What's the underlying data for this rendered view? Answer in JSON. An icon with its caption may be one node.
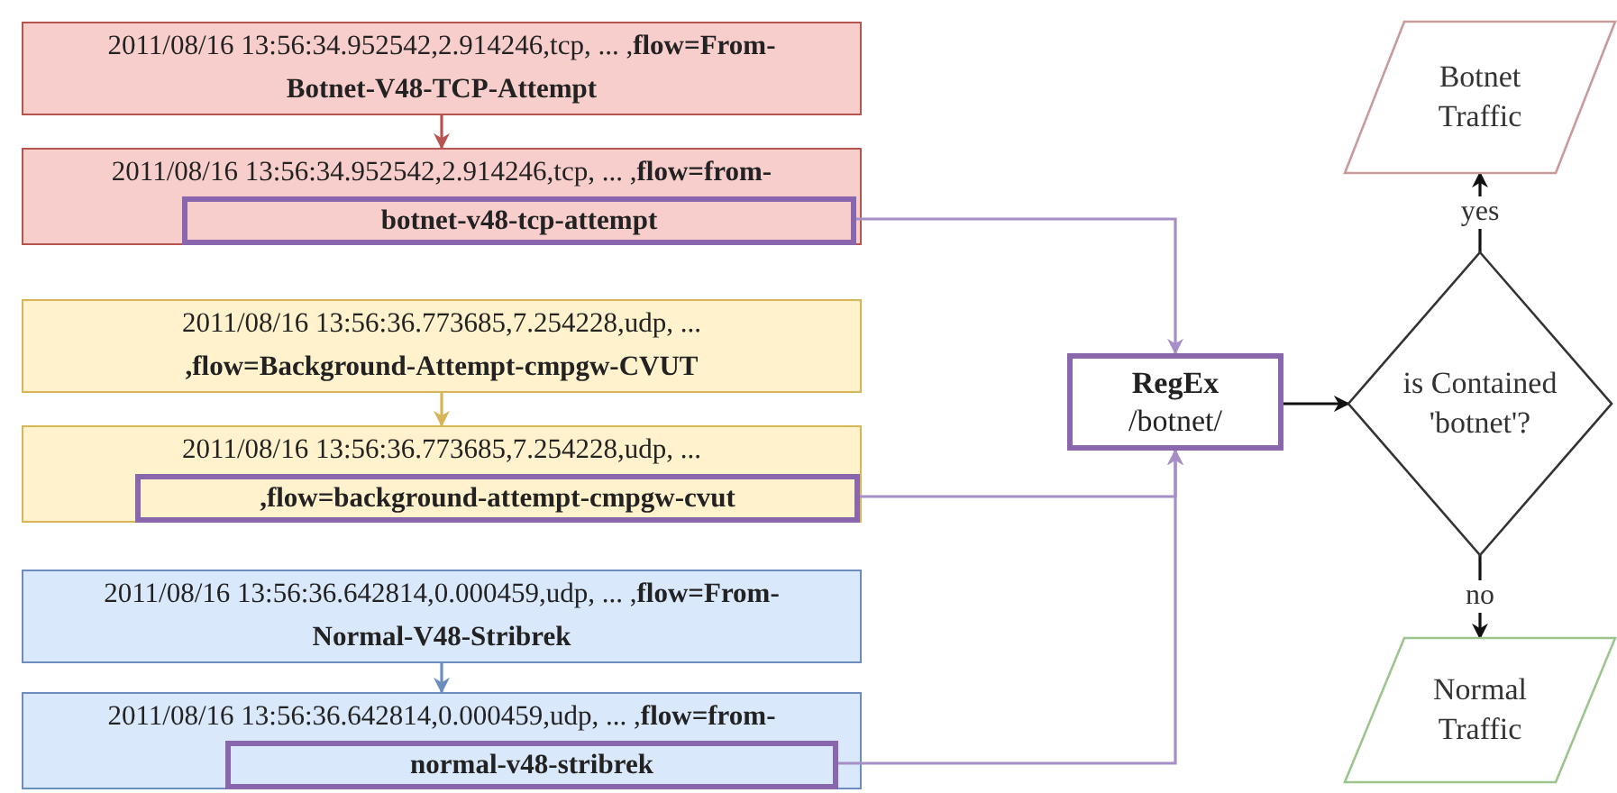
{
  "diagram": {
    "nodes": [
      {
        "text": [
          "2011/08/16 13:56:34.952542,2.914246,tcp, ... ,**flow=From-Botnet-V48-TCP-Attempt**"
        ]
      },
      {
        "text": [
          "2011/08/16 13:56:34.952542,2.914246,tcp, ... ,**flow=from-**"
        ]
      },
      {
        "text": [
          "botnet-v48-tcp-attempt"
        ],
        "in": 1
      },
      {
        "text": [
          "2011/08/16 13:56:36.773685,7.254228,udp, ... **,flow=Background-Attempt-cmpgw-CVUT**"
        ]
      },
      {
        "text": [
          "2011/08/16 13:56:36.773685,7.254228,udp, ..."
        ]
      },
      {
        "text": [
          ",flow=background-attempt-cmpgw-cvut"
        ],
        "in": 4
      },
      {
        "text": [
          "2011/08/16 13:56:36.642814,0.000459,udp, ... ,**flow=From-Normal-V48-Stribrek**"
        ]
      },
      {
        "text": [
          "2011/08/16 13:56:36.642814,0.000459,udp, ... ,**flow=from-**"
        ]
      },
      {
        "text": [
          "normal-v48-stribrek"
        ],
        "in": 7
      },
      {
        "text": [
          "RegEx",
          "/botnet/"
        ]
      },
      {
        "text": [
          "is Contained 'botnet'?"
        ]
      },
      {
        "text": [
          "Botnet Traffic"
        ]
      },
      {
        "text": [
          "Normal Traffic"
        ]
      }
    ],
    "edges": [
      {
        "from": 0,
        "to": 1,
        "arrow": "to",
        "color": "#b85450"
      },
      {
        "from": 3,
        "to": 4,
        "arrow": "to",
        "color": "#d6b656"
      },
      {
        "from": 6,
        "to": 7,
        "arrow": "to",
        "color": "#6c8ebf"
      },
      {
        "from": 2,
        "to": 9,
        "arrow": "to",
        "color": "#a68fc4"
      },
      {
        "from": 5,
        "to": 9,
        "arrow": "to",
        "color": "#a68fc4"
      },
      {
        "from": 8,
        "to": 9,
        "arrow": "to",
        "color": "#a68fc4"
      },
      {
        "from": 9,
        "to": 10,
        "arrow": "to",
        "color": "#111111"
      },
      {
        "from": 10,
        "to": 11,
        "arrow": "to",
        "label": "yes",
        "color": "#111111"
      },
      {
        "from": 10,
        "to": 12,
        "arrow": "to",
        "label": "no",
        "color": "#111111"
      }
    ]
  }
}
